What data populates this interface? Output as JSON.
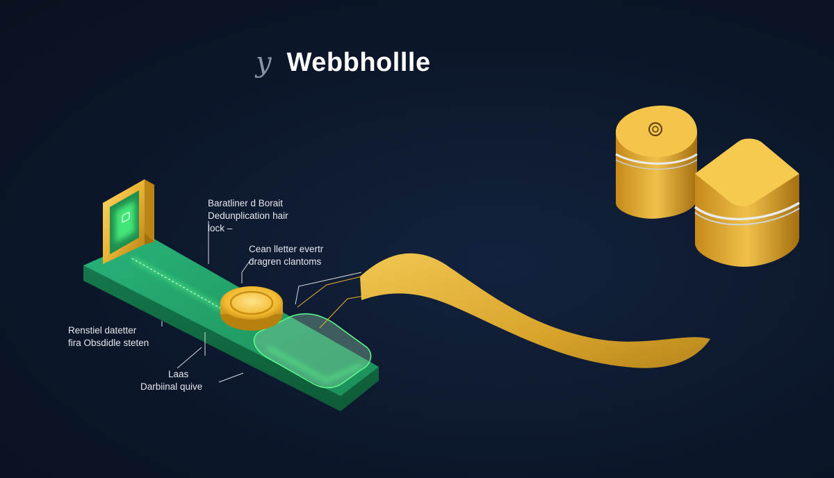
{
  "title": {
    "glyph": "y",
    "text": "Webbhollle"
  },
  "callouts": {
    "top": [
      "Baratliner d Borait",
      "Dedunplication hair",
      "lock –"
    ],
    "middle": [
      "Cean lletter evertr",
      "dragren clantoms"
    ],
    "left": [
      "Renstiel datetter",
      "fira Obsdidle steten"
    ],
    "bottom": [
      "Laas",
      "Darbiinal quive"
    ]
  },
  "colors": {
    "background": "#0b1629",
    "track": "#1f9a62",
    "gold": "#e9b433",
    "glow": "#5dff8c"
  },
  "icons": [
    "lock-screen-icon",
    "coin-icon",
    "gold-block-icon"
  ]
}
